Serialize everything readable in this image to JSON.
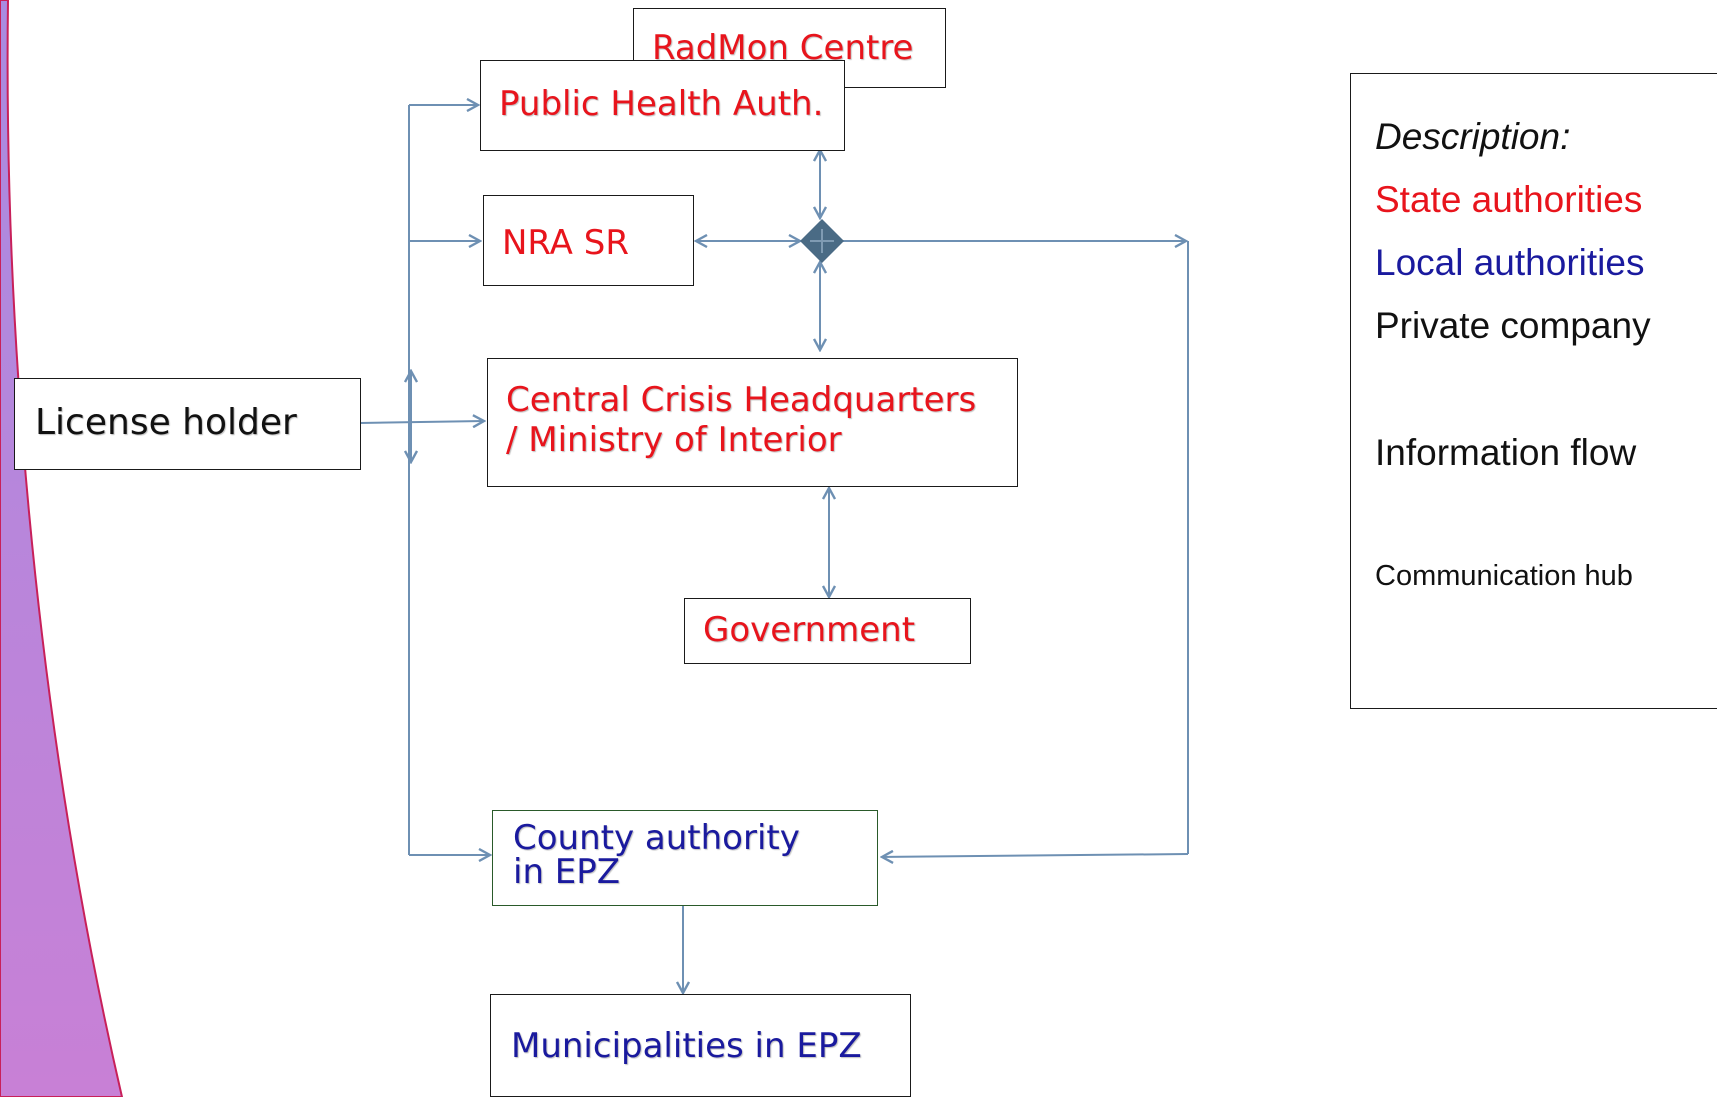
{
  "nodes": {
    "radmon": "RadMon Centre",
    "pha": "Public Health Auth.",
    "nra": "NRA SR",
    "ccg_line1": "Central Crisis Headquarters",
    "ccg_line2": "/ Ministry of Interior",
    "government": "Government",
    "license": "License holder",
    "county_line1": "County authority",
    "county_line2": "in EPZ",
    "municipalities": "Municipalities in EPZ"
  },
  "legend": {
    "heading": "Description:",
    "state": "State authorities",
    "local": "Local authorities",
    "private": "Private company",
    "flow": "Information flow",
    "hub": "Communication hub"
  },
  "colors": {
    "state": "#e8141c",
    "local": "#1a1a9e",
    "private": "#111111",
    "arrow": "#6e90b3",
    "hub": "#4a6b85",
    "side_fill": "#b784d8",
    "side_edge": "#c8205a"
  },
  "icons": [
    "communication-hub-icon",
    "arrow-icon"
  ]
}
